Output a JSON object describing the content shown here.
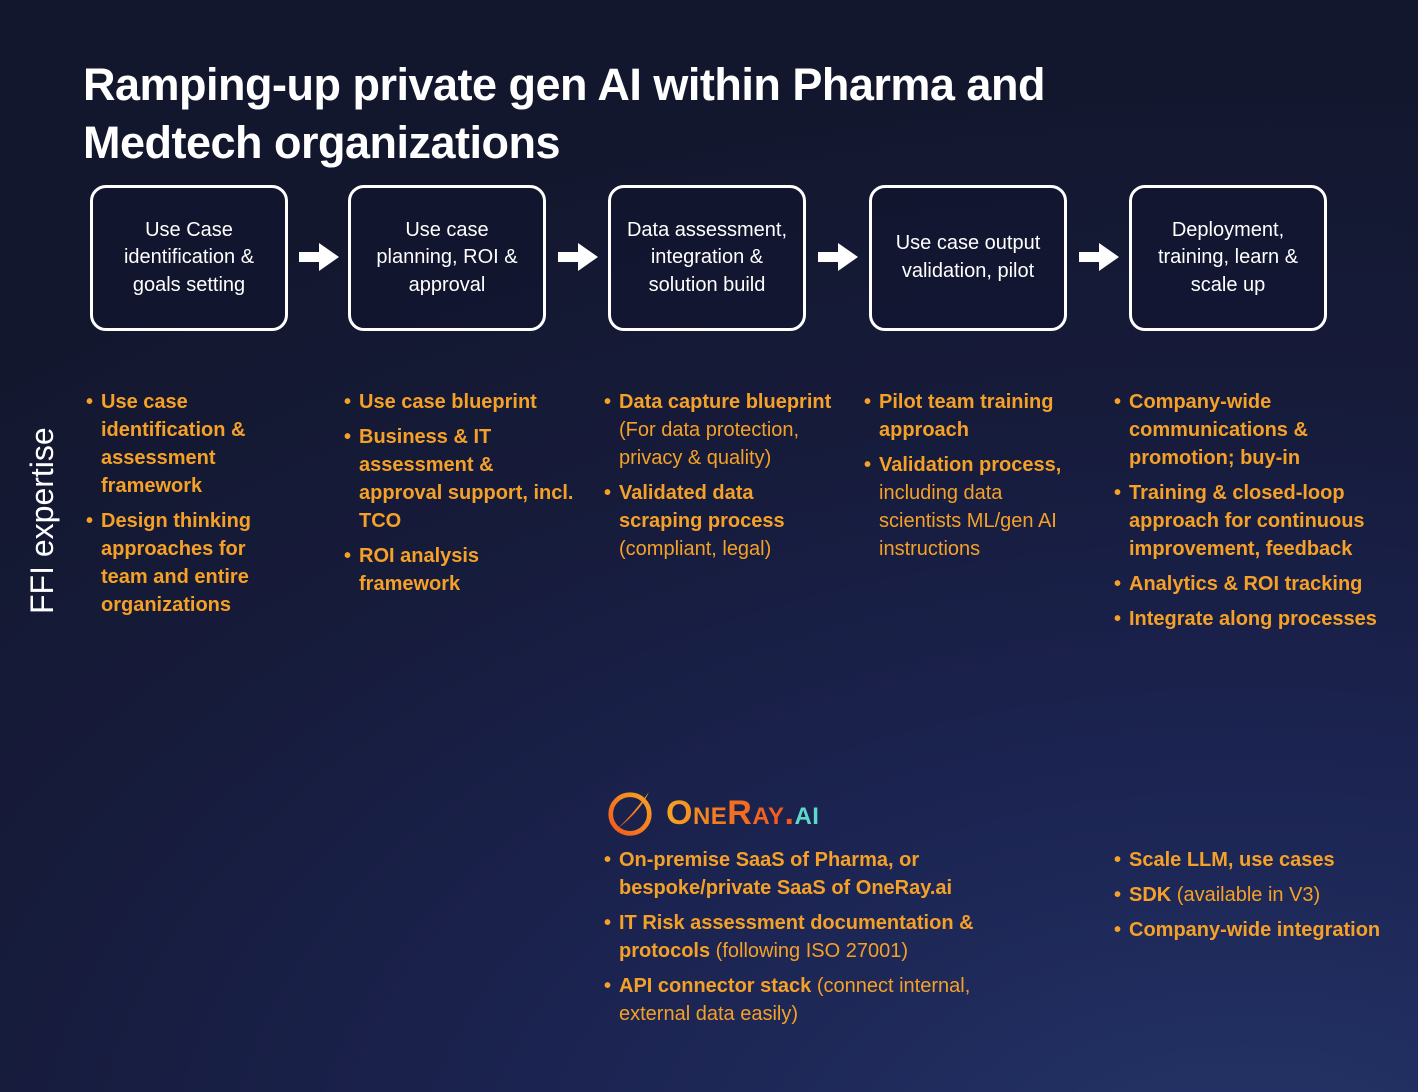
{
  "title": "Ramping-up private gen AI within Pharma and Medtech organizations",
  "side_label": "FFI expertise",
  "colors": {
    "background_dark": "#13172E",
    "background_light": "#243468",
    "accent_orange": "#F5A127",
    "logo_orange_start": "#F6A322",
    "logo_orange_end": "#F4581F",
    "logo_teal": "#5FD8C9",
    "box_border": "#FFFFFF",
    "text_white": "#FFFFFF"
  },
  "process_steps": [
    {
      "label": "Use Case identification & goals setting"
    },
    {
      "label": "Use case planning, ROI & approval"
    },
    {
      "label": "Data assessment, integration & solution build"
    },
    {
      "label": "Use case output validation, pilot"
    },
    {
      "label": "Deployment, training, learn & scale up"
    }
  ],
  "expertise_columns": {
    "col1": [
      {
        "segments": [
          {
            "text": "Use case identification & assessment framework",
            "bold": true
          }
        ]
      },
      {
        "segments": [
          {
            "text": "Design thinking approaches for team and entire organizations",
            "bold": true
          }
        ]
      }
    ],
    "col2": [
      {
        "segments": [
          {
            "text": "Use case blueprint",
            "bold": true
          }
        ]
      },
      {
        "segments": [
          {
            "text": "Business & IT assessment & approval support, incl. TCO",
            "bold": true
          }
        ]
      },
      {
        "segments": [
          {
            "text": "ROI analysis framework",
            "bold": true
          }
        ]
      }
    ],
    "col3": [
      {
        "segments": [
          {
            "text": "Data capture blueprint ",
            "bold": true
          },
          {
            "text": "(For data protection, privacy & quality)",
            "bold": false
          }
        ]
      },
      {
        "segments": [
          {
            "text": "Validated data scraping process ",
            "bold": true
          },
          {
            "text": "(compliant, legal)",
            "bold": false
          }
        ]
      }
    ],
    "col4": [
      {
        "segments": [
          {
            "text": "Pilot team training approach",
            "bold": true
          }
        ]
      },
      {
        "segments": [
          {
            "text": "Validation process,",
            "bold": true
          },
          {
            "text": " including data scientists ML/gen AI instructions",
            "bold": false
          }
        ]
      }
    ],
    "col5": [
      {
        "segments": [
          {
            "text": "Company-wide communications & promotion; buy-in",
            "bold": true
          }
        ]
      },
      {
        "segments": [
          {
            "text": "Training & closed-loop approach for continuous improvement, feedback",
            "bold": true
          }
        ]
      },
      {
        "segments": [
          {
            "text": "Analytics & ROI tracking",
            "bold": true
          }
        ]
      },
      {
        "segments": [
          {
            "text": "Integrate along processes",
            "bold": true
          }
        ]
      }
    ],
    "oneray": [
      {
        "segments": [
          {
            "text": "On-premise SaaS of Pharma, or bespoke/private SaaS of OneRay.ai",
            "bold": true
          }
        ]
      },
      {
        "segments": [
          {
            "text": "IT Risk assessment documentation & protocols ",
            "bold": true
          },
          {
            "text": "(following ISO 27001)",
            "bold": false
          }
        ]
      },
      {
        "segments": [
          {
            "text": "API connector stack ",
            "bold": true
          },
          {
            "text": "(connect internal, external data easily)",
            "bold": false
          }
        ]
      }
    ],
    "col5_bottom": [
      {
        "segments": [
          {
            "text": "Scale LLM, use cases",
            "bold": true
          }
        ]
      },
      {
        "segments": [
          {
            "text": "SDK ",
            "bold": true
          },
          {
            "text": "(available in V3)",
            "bold": false
          }
        ]
      },
      {
        "segments": [
          {
            "text": "Company-wide integration",
            "bold": true
          }
        ]
      }
    ]
  },
  "oneray_logo": {
    "icon": "oneray-swoosh-icon",
    "main": "OneRay",
    "dot": ".",
    "suffix": "ai"
  }
}
